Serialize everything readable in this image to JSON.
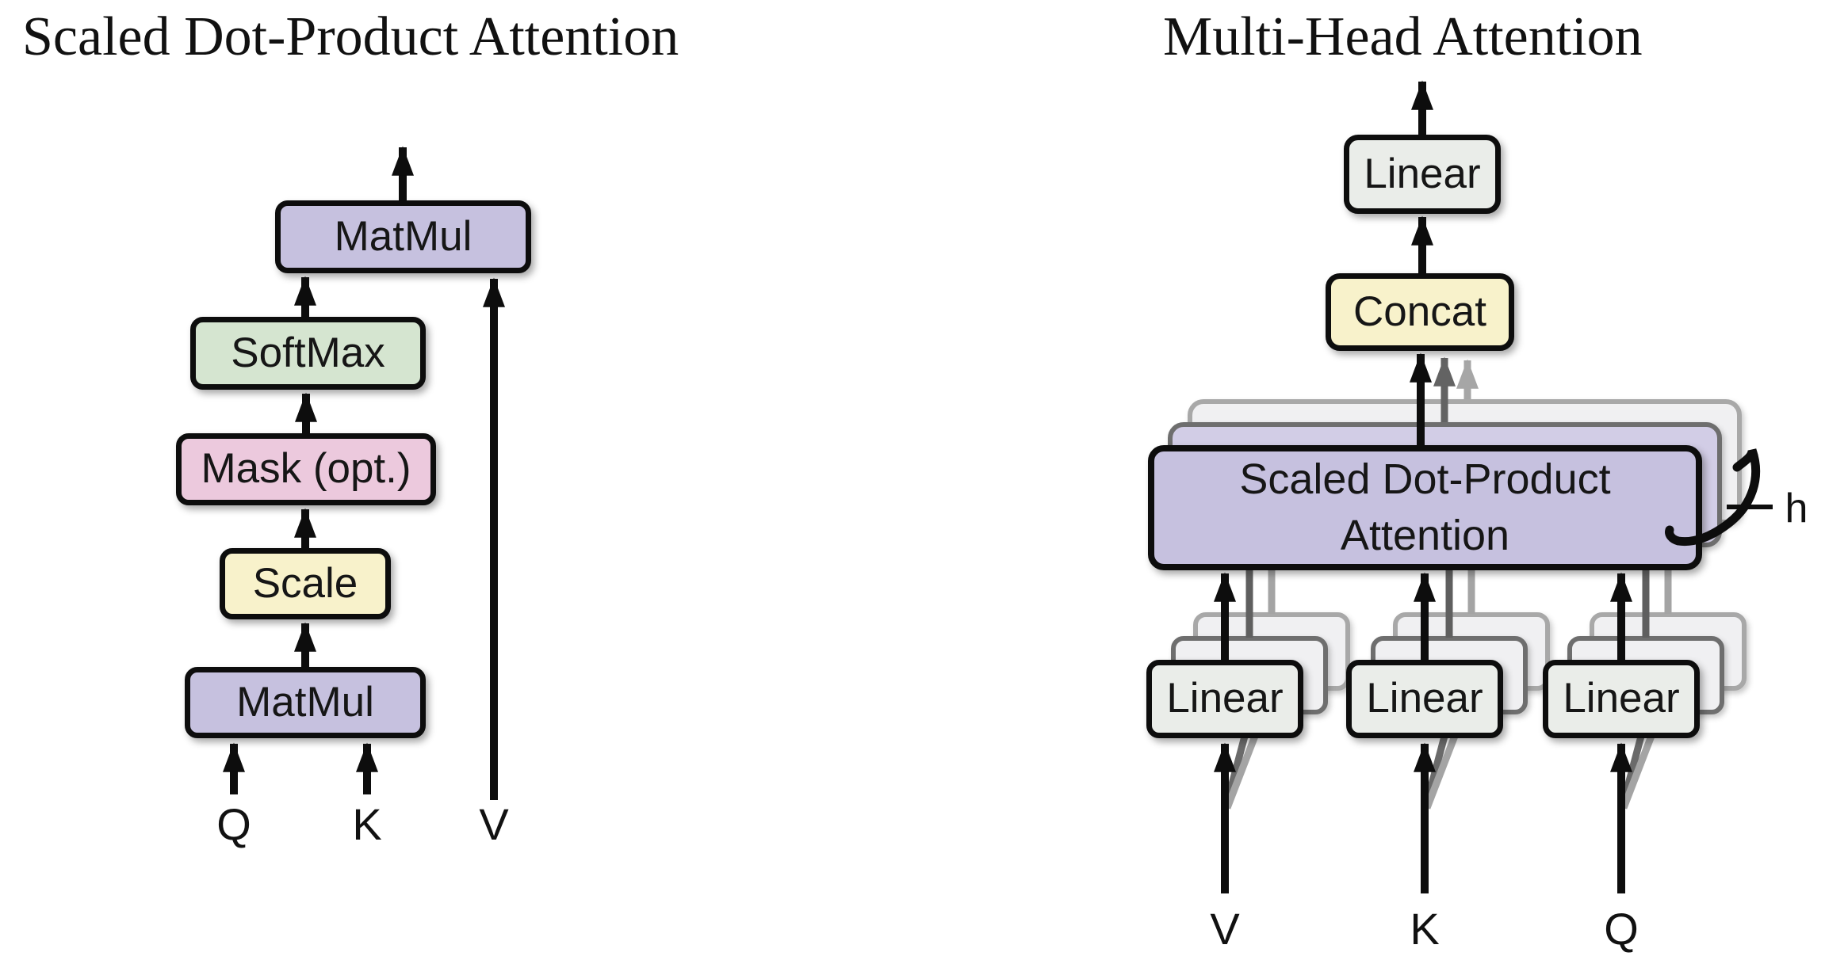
{
  "left_diagram": {
    "title": "Scaled Dot-Product Attention",
    "matmul_top_label": "MatMul",
    "softmax_label": "SoftMax",
    "mask_label": "Mask (opt.)",
    "scale_label": "Scale",
    "matmul_bottom_label": "MatMul",
    "input_q": "Q",
    "input_k": "K",
    "input_v": "V"
  },
  "right_diagram": {
    "title": "Multi-Head Attention",
    "linear_top_label": "Linear",
    "concat_label": "Concat",
    "attention_label_line1": "Scaled Dot-Product",
    "attention_label_line2": "Attention",
    "linear_v_label": "Linear",
    "linear_k_label": "Linear",
    "linear_q_label": "Linear",
    "input_v": "V",
    "input_k": "K",
    "input_q": "Q",
    "head_count_label": "h"
  },
  "colors": {
    "box_purple": "#c6c1df",
    "box_purple_mid": "#d2cde6",
    "box_green": "#d5e5d0",
    "box_pink": "#ecc9dd",
    "box_yellow": "#f8f2cb",
    "box_gray_white": "#eaede9",
    "box_back_white": "#f0f0f2",
    "border_black": "#0d0d0d",
    "border_gray_mid": "#6e6e6e",
    "border_gray_light": "#a8a8a8",
    "arrow_black": "#0d0d0d",
    "arrow_gray_mid": "#636363",
    "arrow_gray_light": "#a6a6a6",
    "background": "#ffffff",
    "text": "#161616"
  }
}
